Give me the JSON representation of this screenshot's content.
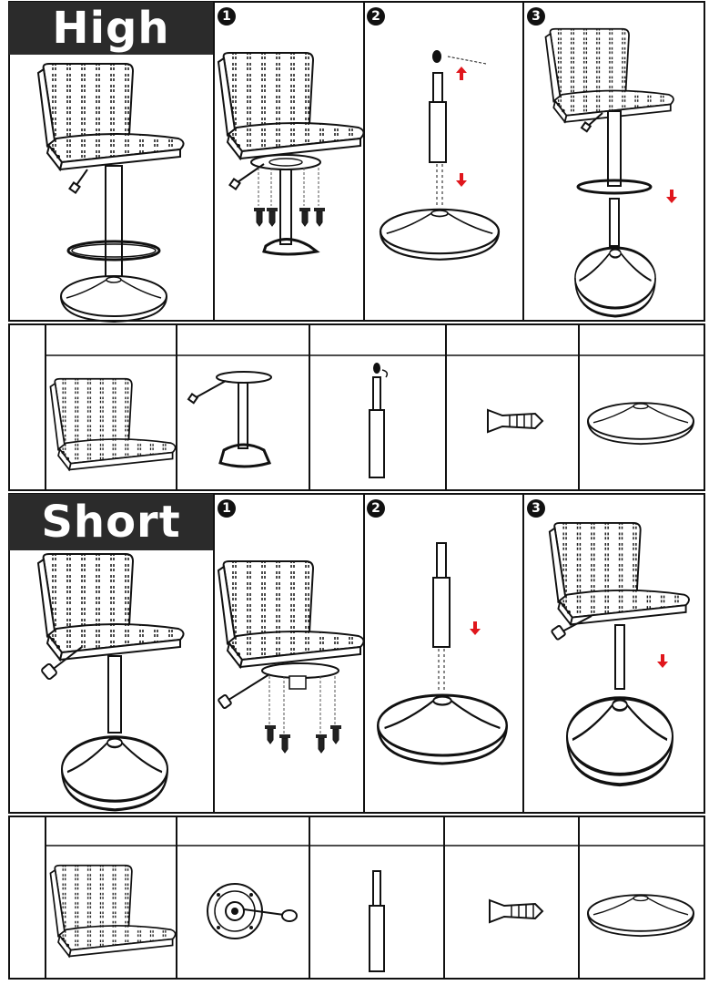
{
  "sections": [
    {
      "id": "high",
      "label": "High",
      "steps": [
        "1",
        "2",
        "3"
      ]
    },
    {
      "id": "short",
      "label": "Short",
      "steps": [
        "1",
        "2",
        "3"
      ]
    }
  ],
  "colors": {
    "line": "#111111",
    "label_bg": "#2b2b2b",
    "arrow": "#e0161c",
    "background": "#ffffff"
  }
}
